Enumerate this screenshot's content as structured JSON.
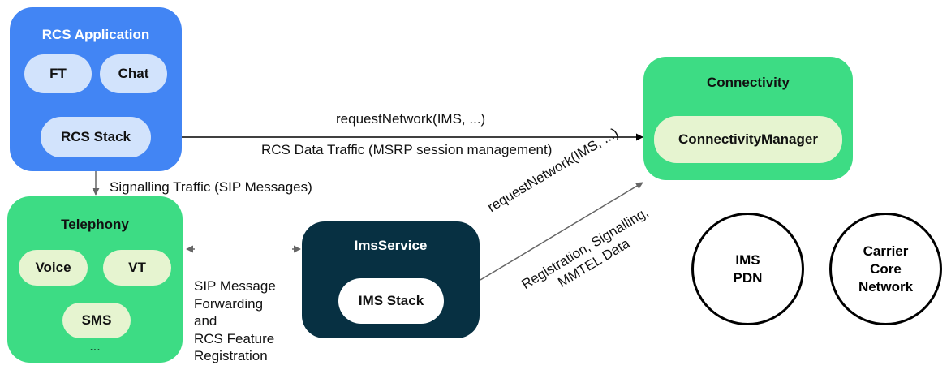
{
  "rcs_application": {
    "title": "RCS Application",
    "ft": "FT",
    "chat": "Chat",
    "rcs_stack": "RCS Stack"
  },
  "connectivity": {
    "title": "Connectivity",
    "manager": "ConnectivityManager"
  },
  "telephony": {
    "title": "Telephony",
    "voice": "Voice",
    "vt": "VT",
    "sms": "SMS",
    "more": "..."
  },
  "ims_service": {
    "title": "ImsService",
    "ims_stack": "IMS Stack"
  },
  "circles": {
    "ims_pdn": "IMS\nPDN",
    "carrier_core": "Carrier\nCore\nNetwork"
  },
  "labels": {
    "request_network_top": "requestNetwork(IMS, ...)",
    "rcs_data_traffic": "RCS Data Traffic (MSRP session management)",
    "signalling_traffic": "Signalling Traffic (SIP Messages)",
    "sip_forwarding": [
      "SIP Message",
      "Forwarding",
      "and",
      "RCS Feature",
      "Registration"
    ],
    "request_network_diag": "requestNetwork(IMS, ...)",
    "registration_line1": "Registration, Signalling,",
    "registration_line2": "MMTEL Data"
  },
  "colors": {
    "rcs_blue": "#4285F4",
    "pill_light_blue": "#D2E3FC",
    "green": "#3DDC84",
    "pill_light_green": "#E6F4D0",
    "ims_navy": "#073042"
  }
}
